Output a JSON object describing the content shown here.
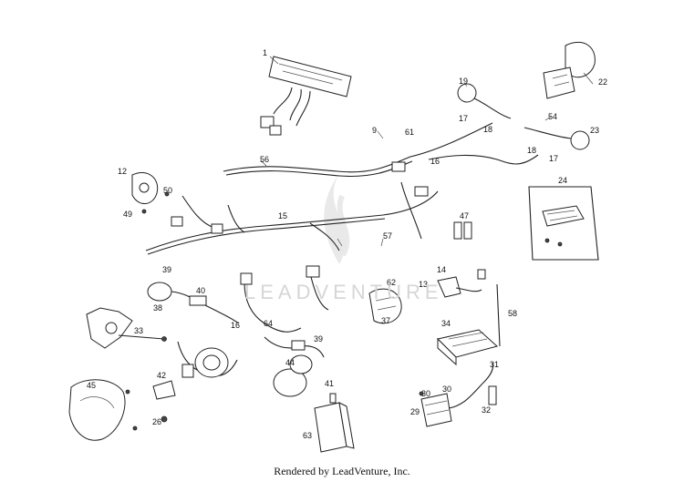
{
  "watermark": "LEADVENTURE",
  "caption": "Rendered by LeadVenture, Inc.",
  "callouts": [
    "1",
    "9",
    "61",
    "19",
    "17",
    "18",
    "54",
    "22",
    "23",
    "18",
    "17",
    "56",
    "16",
    "12",
    "50",
    "49",
    "15",
    "47",
    "24",
    "57",
    "39",
    "40",
    "38",
    "14",
    "13",
    "58",
    "62",
    "37",
    "33",
    "16",
    "64",
    "39",
    "34",
    "42",
    "26",
    "44",
    "41",
    "45",
    "63",
    "31",
    "30",
    "30",
    "29",
    "32"
  ]
}
